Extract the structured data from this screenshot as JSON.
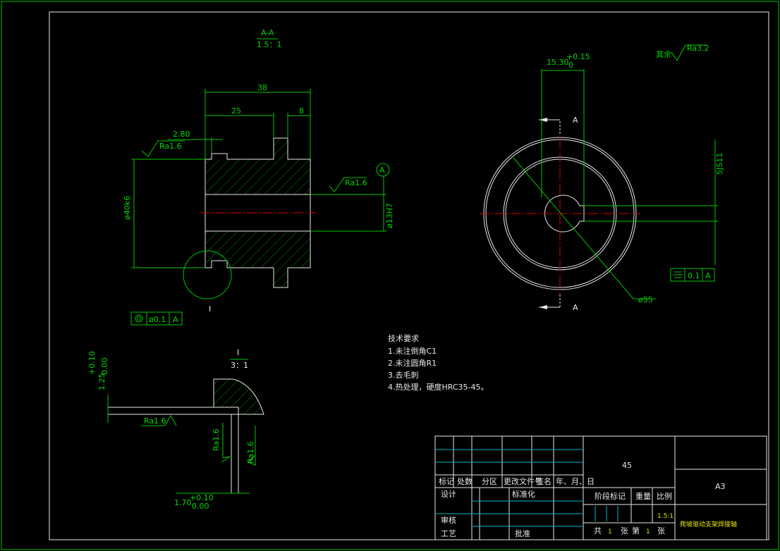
{
  "drawing": {
    "section_view": {
      "label": "A-A",
      "scale": "1.5：1"
    },
    "detail_view": {
      "label": "I",
      "scale": "3：1"
    },
    "circle_label": "I",
    "datum_label": "A",
    "dims": {
      "overall_len": "38",
      "len_25": "25",
      "len_8": "8",
      "groove_280": "2.80",
      "dia_outer": "ø40k6",
      "dia_bore": "ø13H7",
      "keyway_top": "15.30",
      "keyway_tol_up": "+0.15",
      "keyway_tol_low": "0",
      "key_width": "5JS11",
      "dia_55": "ø55",
      "section_mark": "A",
      "detail_v_base": "1.25",
      "detail_v_up": "+0.10",
      "detail_v_low": "0.00",
      "detail_h_base": "1.70",
      "detail_h_up": "+0.10",
      "detail_h_low": "0.00"
    },
    "roughness": {
      "ra16": "Ra1.6",
      "ra32": "Ra3.2",
      "rest_label": "其余"
    },
    "tolerance_frames": {
      "coaxiality": {
        "symbol": "◎",
        "value": "ø0.1",
        "datum": "A"
      },
      "symmetry": {
        "symbol": "⌯",
        "value": "0.1",
        "datum": "A"
      }
    },
    "tech_notes": {
      "title": "技术要求",
      "items": [
        "1.未注倒角C1",
        "2.未注圆角R1",
        "3.去毛刺",
        "4.热处理，硬度HRC35-45。"
      ]
    }
  },
  "title_block": {
    "material": "45",
    "paper_size": "A3",
    "part_name": "爬坡驱动支架焊接轴",
    "scale_value": "1.5:1",
    "headers": {
      "mark": "标记",
      "count": "处数",
      "zone": "分区",
      "doc_no": "更改文件号",
      "sign": "签名",
      "date": "年、月、日",
      "design": "设计",
      "standard": "标准化",
      "stage": "阶段标记",
      "weight": "重量",
      "ratio": "比例",
      "review": "审核",
      "craft": "工艺",
      "approve": "批准",
      "total": "共",
      "total_n": "1",
      "sheet": "张",
      "page": "第",
      "page_n": "1",
      "sheet2": "张"
    }
  }
}
